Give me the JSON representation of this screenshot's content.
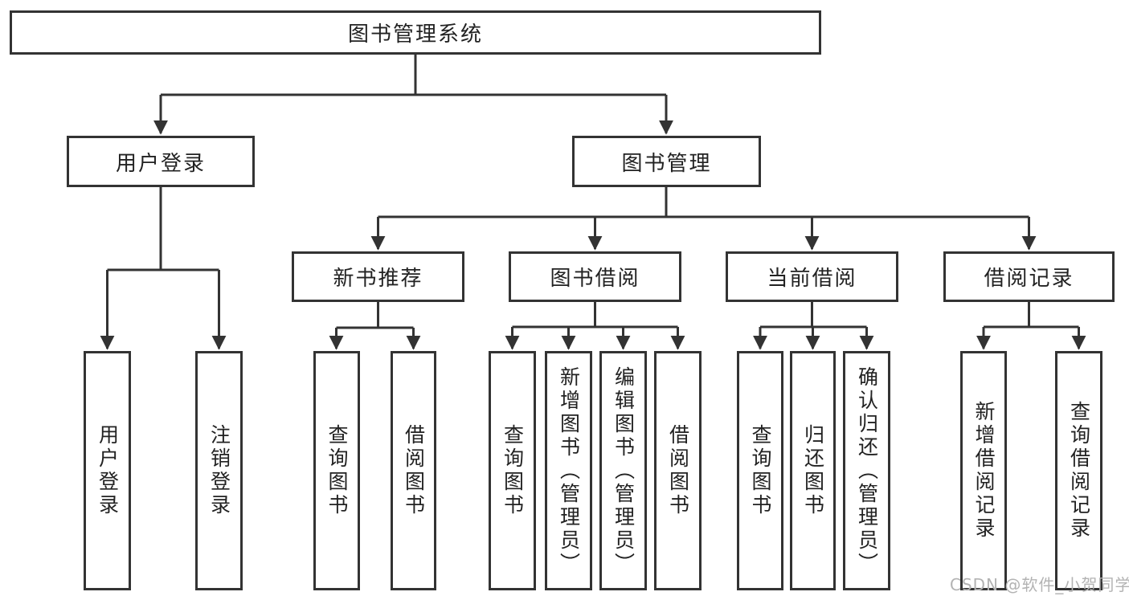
{
  "diagram": {
    "type": "hierarchy-diagram",
    "title": "图书管理系统",
    "colors": {
      "line": "#333333",
      "text": "#222222",
      "background": "#ffffff",
      "watermark": "#b3b3b3"
    },
    "watermark": "CSDN @软件_小贺同学",
    "nodes": {
      "root": {
        "label": "图书管理系统"
      },
      "l2": {
        "user_login": {
          "label": "用户登录"
        },
        "book_mgmt": {
          "label": "图书管理"
        }
      },
      "l3": {
        "new_book_rec": {
          "label": "新书推荐"
        },
        "book_borrow": {
          "label": "图书借阅"
        },
        "current_borrow": {
          "label": "当前借阅"
        },
        "borrow_record": {
          "label": "借阅记录"
        }
      },
      "leaves": {
        "user_login_leaf": {
          "label": "用户登录",
          "parent": "用户登录"
        },
        "logout_leaf": {
          "label": "注销登录",
          "parent": "用户登录"
        },
        "rec_query_book": {
          "label": "查询图书",
          "parent": "新书推荐"
        },
        "rec_borrow_book": {
          "label": "借阅图书",
          "parent": "新书推荐"
        },
        "bb_query_book": {
          "label": "查询图书",
          "parent": "图书借阅"
        },
        "bb_add_book": {
          "label": "新增图书（管理员）",
          "parent": "图书借阅"
        },
        "bb_edit_book": {
          "label": "编辑图书（管理员）",
          "parent": "图书借阅"
        },
        "bb_borrow_book": {
          "label": "借阅图书",
          "parent": "图书借阅"
        },
        "cb_query_book": {
          "label": "查询图书",
          "parent": "当前借阅"
        },
        "cb_return_book": {
          "label": "归还图书",
          "parent": "当前借阅"
        },
        "cb_confirm_return": {
          "label": "确认归还（管理员）",
          "parent": "当前借阅"
        },
        "br_add_record": {
          "label": "新增借阅记录",
          "parent": "借阅记录"
        },
        "br_query_record": {
          "label": "查询借阅记录",
          "parent": "借阅记录"
        }
      }
    }
  }
}
